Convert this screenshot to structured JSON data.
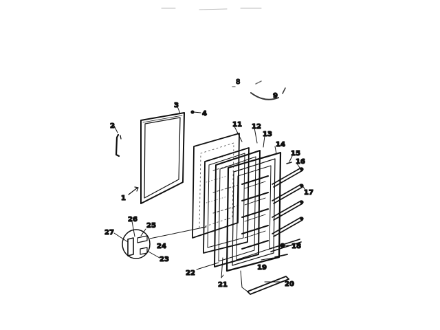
{
  "diagram": {
    "labels": {
      "l1": "1",
      "l2": "2",
      "l3": "3",
      "l4": "4",
      "l8": "8",
      "l9": "9",
      "l11": "11",
      "l12": "12",
      "l13": "13",
      "l14": "14",
      "l15": "15",
      "l16": "16",
      "l17": "17",
      "l18": "18",
      "l19": "19",
      "l20": "20",
      "l21": "21",
      "l22": "22",
      "l23": "23",
      "l24": "24",
      "l25": "25",
      "l26": "26",
      "l27": "27"
    },
    "colors": {
      "ink": "#111111",
      "paper": "#ffffff"
    }
  }
}
